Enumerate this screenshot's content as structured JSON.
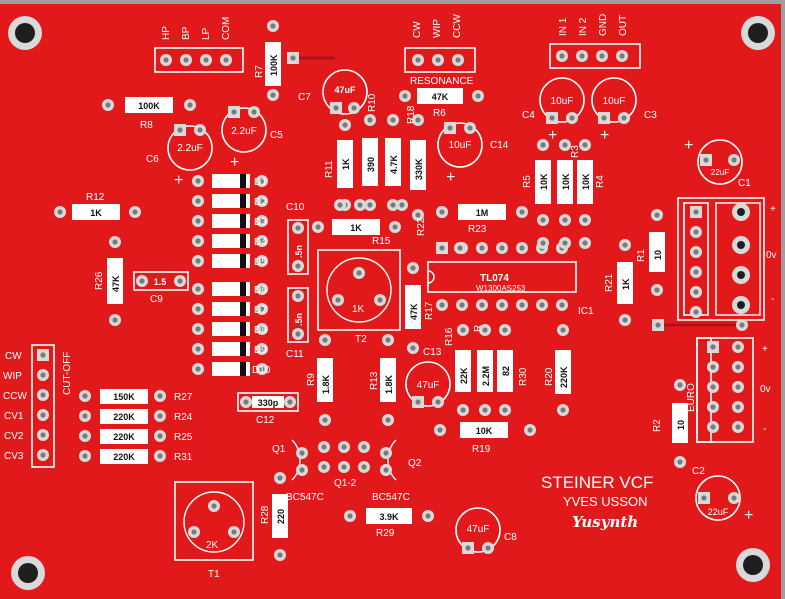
{
  "board": {
    "colors": {
      "substrate": "#e2191b",
      "silk": "#ffffff",
      "pad": "#d9d9d9",
      "hole": "#7a7a7a",
      "trace": "#b0101a"
    },
    "title": "STEINER VCF",
    "author": "YVES USSON",
    "brand": "Yusynth"
  },
  "connectors": {
    "filter_out": [
      "HP",
      "BP",
      "LP",
      "COM"
    ],
    "resonance": [
      "CW",
      "WIP",
      "CCW"
    ],
    "resonance_label": "RESONANCE",
    "io": [
      "IN 1",
      "IN 2",
      "GND",
      "OUT"
    ],
    "cutoff": [
      "CW",
      "WIP",
      "CCW",
      "CV1",
      "CV2",
      "CV3"
    ],
    "cutoff_label": "CUT-OFF",
    "power_top": [
      "+",
      "0v",
      "-"
    ],
    "power_euro": [
      "+",
      "0v",
      "-"
    ],
    "euro_label": "EURO"
  },
  "resistors": [
    {
      "ref": "R7",
      "val": "100K"
    },
    {
      "ref": "R8",
      "val": "100K"
    },
    {
      "ref": "R6",
      "val": "47K"
    },
    {
      "ref": "R11",
      "val": "1K"
    },
    {
      "ref": "R10",
      "val": "390"
    },
    {
      "ref": "R18",
      "val": "4.7K"
    },
    {
      "ref": "R22",
      "val": "330K"
    },
    {
      "ref": "R5",
      "val": "10K"
    },
    {
      "ref": "R3",
      "val": "10K"
    },
    {
      "ref": "R4",
      "val": "10K"
    },
    {
      "ref": "R12",
      "val": "1K"
    },
    {
      "ref": "R15",
      "val": "1K"
    },
    {
      "ref": "R23",
      "val": "1M"
    },
    {
      "ref": "R26",
      "val": "47K"
    },
    {
      "ref": "R1",
      "val": "10"
    },
    {
      "ref": "R21",
      "val": "1K"
    },
    {
      "ref": "R17",
      "val": "47K"
    },
    {
      "ref": "R16",
      "val": "22K"
    },
    {
      "ref": "R",
      "val": "2.2M"
    },
    {
      "ref": "R30",
      "val": "82"
    },
    {
      "ref": "R20",
      "val": "220K"
    },
    {
      "ref": "R9",
      "val": "1.8K"
    },
    {
      "ref": "R13",
      "val": "1.8K"
    },
    {
      "ref": "R27",
      "val": "150K"
    },
    {
      "ref": "R24",
      "val": "220K"
    },
    {
      "ref": "R25",
      "val": "220K"
    },
    {
      "ref": "R31",
      "val": "220K"
    },
    {
      "ref": "R19",
      "val": "10K"
    },
    {
      "ref": "R2",
      "val": "10"
    },
    {
      "ref": "R28",
      "val": "220"
    },
    {
      "ref": "R29",
      "val": "3.9K"
    }
  ],
  "capacitors": [
    {
      "ref": "C7",
      "val": "47uF"
    },
    {
      "ref": "C6",
      "val": "2.2uF"
    },
    {
      "ref": "C5",
      "val": "2.2uF"
    },
    {
      "ref": "C14",
      "val": "10uF"
    },
    {
      "ref": "C4",
      "val": "10uF"
    },
    {
      "ref": "C3",
      "val": "10uF"
    },
    {
      "ref": "C1",
      "val": "22uF"
    },
    {
      "ref": "C10",
      "val": ".5n"
    },
    {
      "ref": "C11",
      "val": ".5n"
    },
    {
      "ref": "C9",
      "val": "1.5"
    },
    {
      "ref": "C12",
      "val": "330p"
    },
    {
      "ref": "C13",
      "val": "47uF"
    },
    {
      "ref": "C2",
      "val": "22uF"
    },
    {
      "ref": "C8",
      "val": "47uF"
    }
  ],
  "diodes": [
    "D1",
    "D2",
    "D3",
    "D4",
    "D5",
    "D6",
    "D7",
    "D8",
    "D9",
    "D10"
  ],
  "ic": {
    "ref": "IC1",
    "part": "TL074",
    "code": "W1300AS253"
  },
  "trimmers": [
    {
      "ref": "T2",
      "val": "1K"
    },
    {
      "ref": "T1",
      "val": "2K"
    }
  ],
  "transistors": {
    "q1": "Q1",
    "q2": "Q2",
    "pair": "Q1-2",
    "part1": "BC547C",
    "part2": "BC547C"
  }
}
